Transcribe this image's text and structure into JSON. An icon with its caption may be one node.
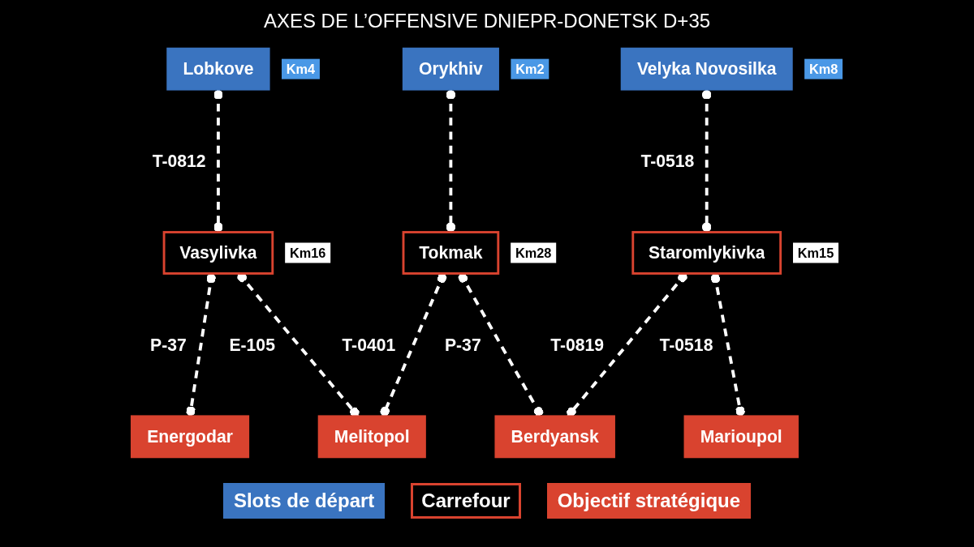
{
  "diagram": {
    "title": "AXES DE L’OFFENSIVE DNIEPR-DONETSK D+35",
    "nodes": [
      {
        "text": [
          "Lobkove"
        ],
        "beside": [
          "Km4"
        ]
      },
      {
        "text": [
          "Orykhiv"
        ],
        "beside": [
          "Km2"
        ]
      },
      {
        "text": [
          "Velyka Novosilka"
        ],
        "beside": [
          "Km8"
        ]
      },
      {
        "text": [
          "Vasylivka"
        ],
        "beside": [
          "Km16"
        ]
      },
      {
        "text": [
          "Tokmak"
        ],
        "beside": [
          "Km28"
        ]
      },
      {
        "text": [
          "Staromlykivka"
        ],
        "beside": [
          "Km15"
        ]
      },
      {
        "text": [
          "Energodar"
        ]
      },
      {
        "text": [
          "Melitopol"
        ]
      },
      {
        "text": [
          "Berdyansk"
        ]
      },
      {
        "text": [
          "Marioupol"
        ]
      }
    ],
    "edges": [
      {
        "from": 0,
        "to": 3,
        "arrow": "other",
        "label": "T-0812",
        "style": "dashed"
      },
      {
        "from": 1,
        "to": 4,
        "arrow": "other",
        "style": "dashed"
      },
      {
        "from": 2,
        "to": 5,
        "arrow": "other",
        "label": "T-0518",
        "style": "dashed"
      },
      {
        "from": 3,
        "to": 6,
        "arrow": "other",
        "label": "P-37",
        "style": "dashed"
      },
      {
        "from": 3,
        "to": 7,
        "arrow": "other",
        "label": "E-105",
        "style": "dashed"
      },
      {
        "from": 4,
        "to": 7,
        "arrow": "other",
        "label": "T-0401",
        "style": "dashed"
      },
      {
        "from": 4,
        "to": 8,
        "arrow": "other",
        "label": "P-37",
        "style": "dashed"
      },
      {
        "from": 5,
        "to": 8,
        "arrow": "other",
        "label": "T-0819",
        "style": "dashed"
      },
      {
        "from": 5,
        "to": 9,
        "arrow": "other",
        "label": "T-0518",
        "style": "dashed"
      }
    ],
    "legend": [
      {
        "text": "Slots de départ",
        "color": "#3a74c0"
      },
      {
        "text": "Carrefour"
      },
      {
        "text": "Objectif stratégique",
        "color": "#d9432f"
      }
    ]
  }
}
